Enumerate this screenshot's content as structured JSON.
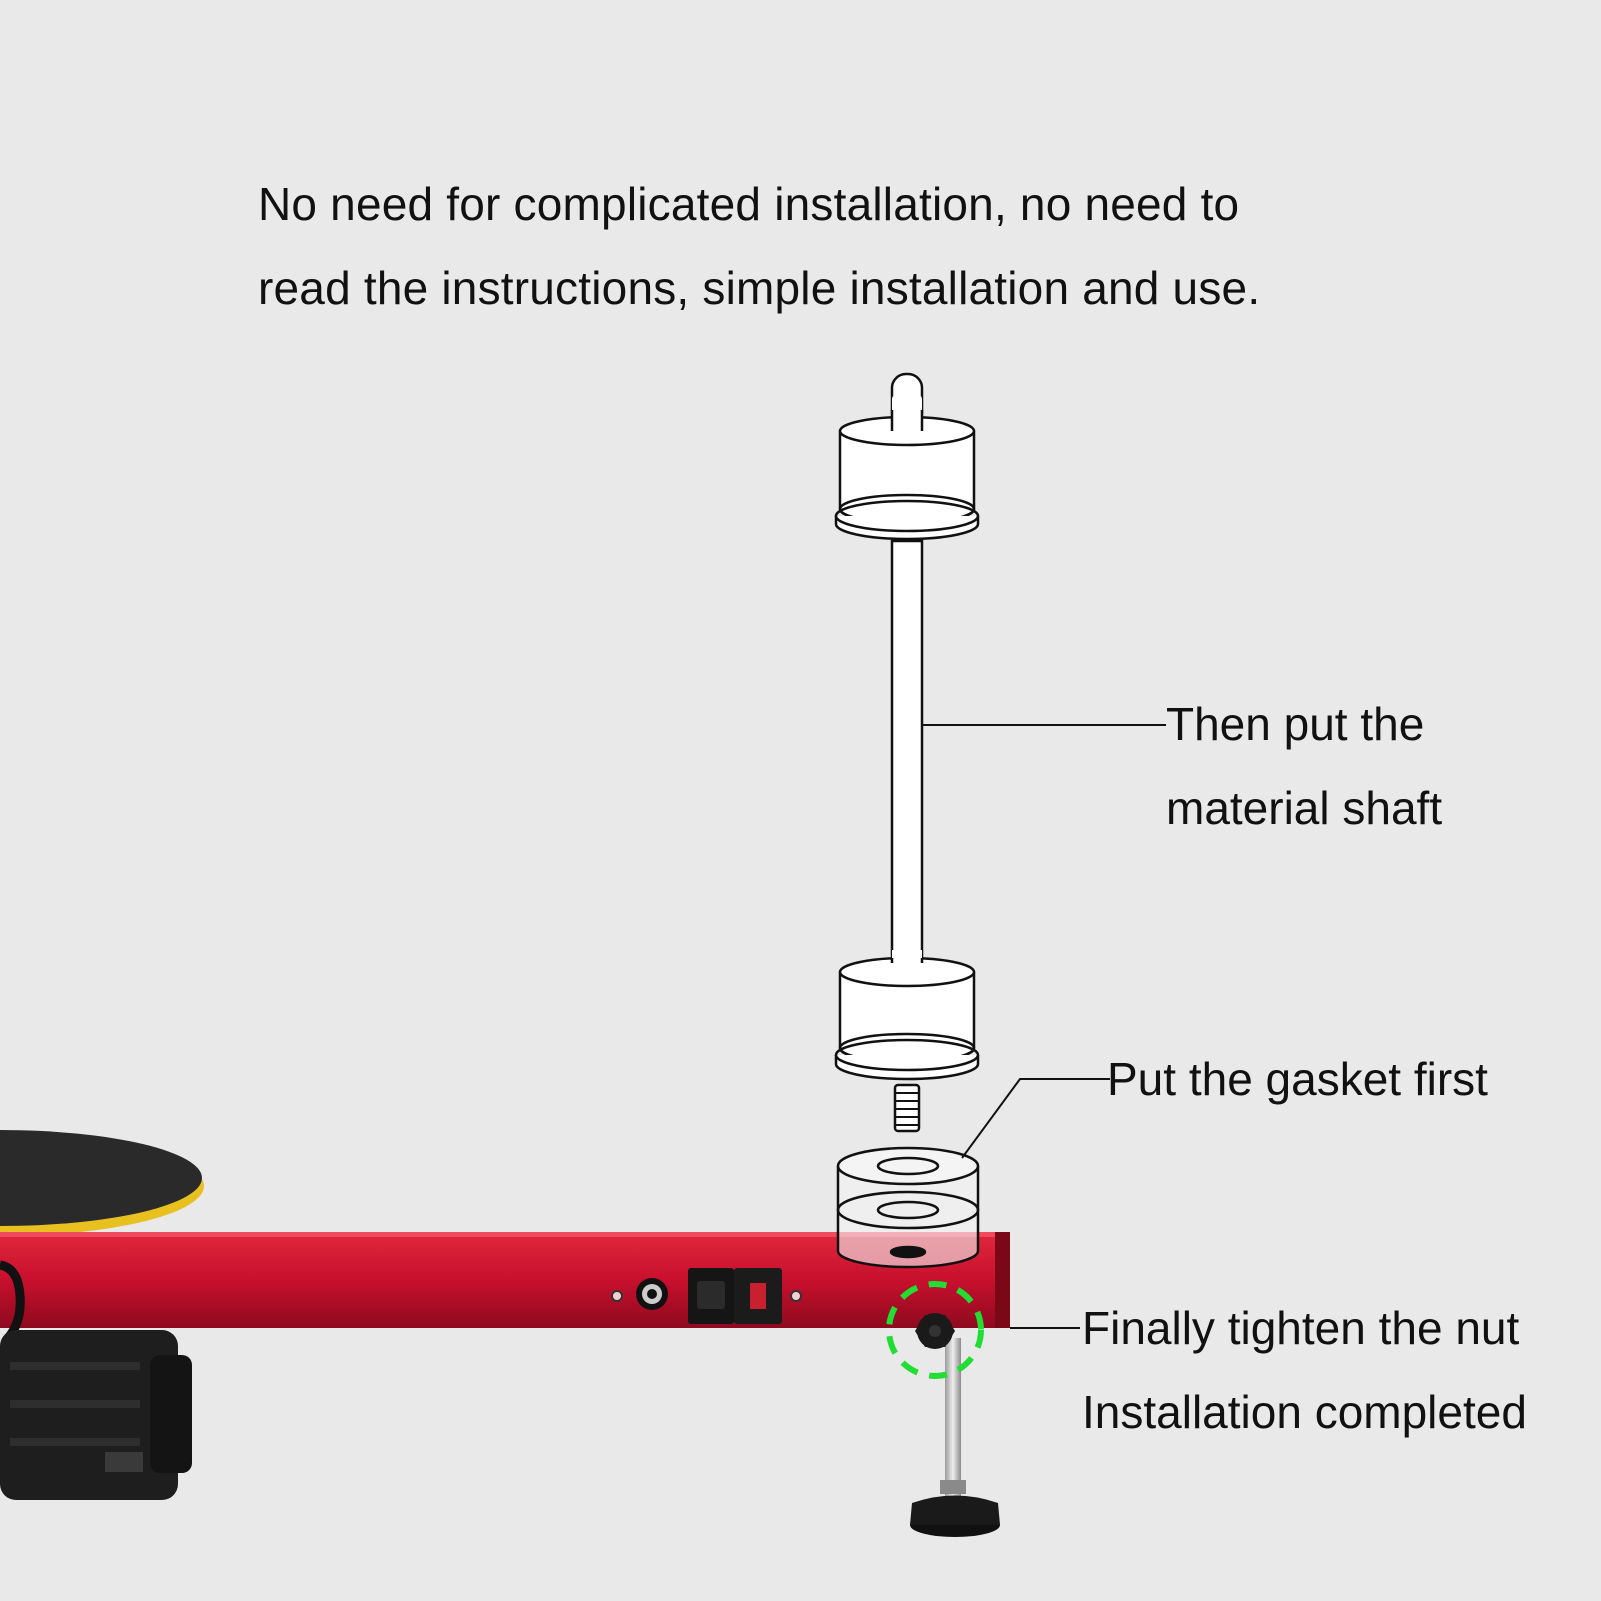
{
  "headline": {
    "line1": "No need for complicated installation, no need to",
    "line2": "read the instructions, simple installation and use."
  },
  "callouts": {
    "shaft": {
      "line1": "Then put the",
      "line2": "material shaft"
    },
    "gasket": {
      "line1": "Put the gasket first"
    },
    "nut": {
      "line1": "Finally tighten the nut",
      "line2": "Installation completed"
    }
  },
  "colors": {
    "background": "#e9e9e9",
    "frame": "#c8102e",
    "highlight_ring": "#22dd33",
    "turntable": "#2a2a2a",
    "turntable_edge": "#e8c020"
  }
}
